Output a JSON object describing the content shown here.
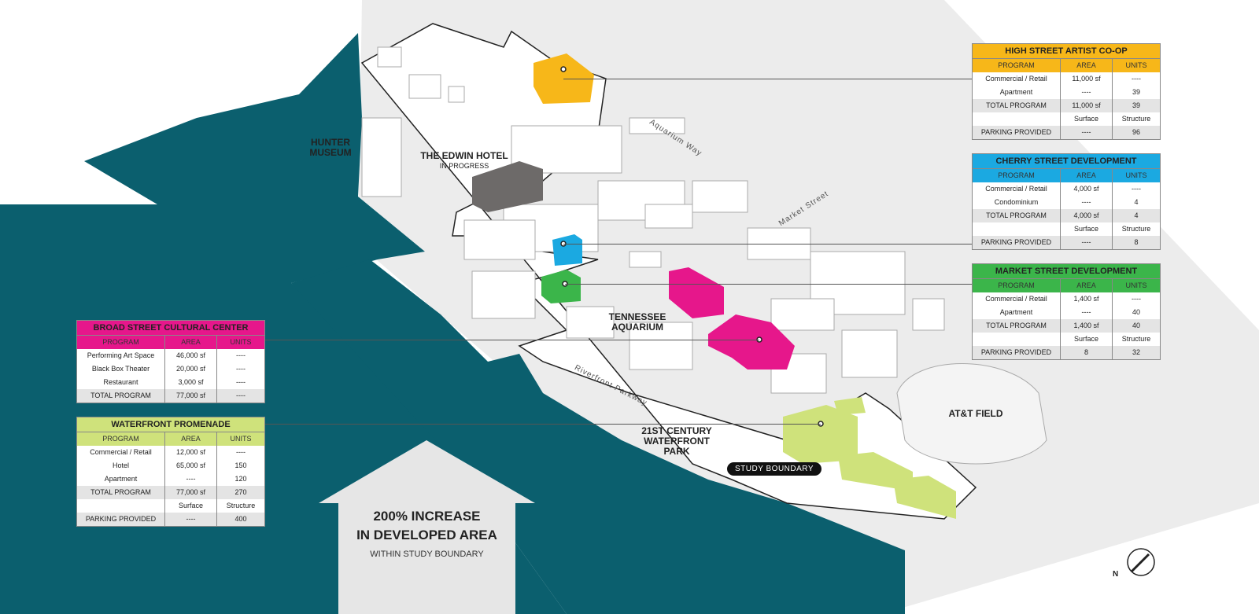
{
  "labels": {
    "hunter_museum": "HUNTER MUSEUM",
    "edwin_hotel": "THE EDWIN HOTEL",
    "edwin_status": "IN PROGRESS",
    "aquarium": "TENNESSEE AQUARIUM",
    "park": "21ST CENTURY WATERFRONT PARK",
    "att_field": "AT&T FIELD",
    "study_boundary": "STUDY BOUNDARY"
  },
  "streets": [
    "Aquarium Way",
    "Market Street",
    "Riverfront Parkway"
  ],
  "headline": {
    "line1": "200% INCREASE",
    "line2": "IN DEVELOPED AREA",
    "line3": "WITHIN STUDY BOUNDARY"
  },
  "compass": "N",
  "colors": {
    "water": "#0b5f6e",
    "yellow": "#f7b719",
    "blue": "#1ba9e1",
    "green": "#3bb54a",
    "magenta": "#e6178b",
    "lime": "#cfe27b"
  },
  "tables": {
    "high_street": {
      "title": "HIGH STREET ARTIST CO-OP",
      "headers": [
        "PROGRAM",
        "AREA",
        "UNITS"
      ],
      "rows": [
        [
          "Commercial / Retail",
          "11,000 sf",
          "----"
        ],
        [
          "Apartment",
          "----",
          "39"
        ],
        [
          "TOTAL PROGRAM",
          "11,000 sf",
          "39"
        ],
        [
          "",
          "Surface",
          "Structure"
        ],
        [
          "PARKING PROVIDED",
          "----",
          "96"
        ]
      ]
    },
    "cherry_street": {
      "title": "CHERRY STREET DEVELOPMENT",
      "headers": [
        "PROGRAM",
        "AREA",
        "UNITS"
      ],
      "rows": [
        [
          "Commercial / Retail",
          "4,000 sf",
          "----"
        ],
        [
          "Condominium",
          "----",
          "4"
        ],
        [
          "TOTAL PROGRAM",
          "4,000 sf",
          "4"
        ],
        [
          "",
          "Surface",
          "Structure"
        ],
        [
          "PARKING PROVIDED",
          "----",
          "8"
        ]
      ]
    },
    "market_street": {
      "title": "MARKET STREET DEVELOPMENT",
      "headers": [
        "PROGRAM",
        "AREA",
        "UNITS"
      ],
      "rows": [
        [
          "Commercial / Retail",
          "1,400 sf",
          "----"
        ],
        [
          "Apartment",
          "----",
          "40"
        ],
        [
          "TOTAL PROGRAM",
          "1,400 sf",
          "40"
        ],
        [
          "",
          "Surface",
          "Structure"
        ],
        [
          "PARKING PROVIDED",
          "8",
          "32"
        ]
      ]
    },
    "broad_street": {
      "title": "BROAD STREET CULTURAL CENTER",
      "headers": [
        "PROGRAM",
        "AREA",
        "UNITS"
      ],
      "rows": [
        [
          "Performing Art Space",
          "46,000 sf",
          "----"
        ],
        [
          "Black Box Theater",
          "20,000 sf",
          "----"
        ],
        [
          "Restaurant",
          "3,000 sf",
          "----"
        ],
        [
          "TOTAL PROGRAM",
          "77,000 sf",
          "----"
        ]
      ]
    },
    "waterfront": {
      "title": "WATERFRONT PROMENADE",
      "headers": [
        "PROGRAM",
        "AREA",
        "UNITS"
      ],
      "rows": [
        [
          "Commercial / Retail",
          "12,000 sf",
          "----"
        ],
        [
          "Hotel",
          "65,000 sf",
          "150"
        ],
        [
          "Apartment",
          "----",
          "120"
        ],
        [
          "TOTAL PROGRAM",
          "77,000 sf",
          "270"
        ],
        [
          "",
          "Surface",
          "Structure"
        ],
        [
          "PARKING PROVIDED",
          "----",
          "400"
        ]
      ]
    }
  }
}
